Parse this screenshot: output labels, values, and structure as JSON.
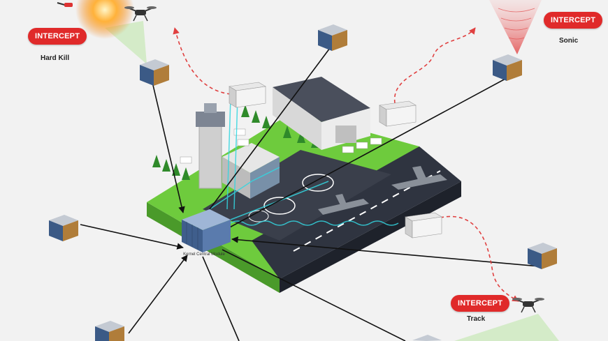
{
  "intercepts": {
    "hard_kill": {
      "badge": "INTERCEPT",
      "caption": "Hard Kill"
    },
    "sonic": {
      "badge": "INTERCEPT",
      "caption": "Sonic"
    },
    "track": {
      "badge": "INTERCEPT",
      "caption": "Track"
    }
  },
  "central_module": {
    "label": "Kernel Central Module"
  },
  "colors": {
    "badge_red": "#e02a2a",
    "grass": "#6ecb3d",
    "runway": "#2f3440",
    "signal": "#33d6e0",
    "dashed_path": "#e04040"
  }
}
